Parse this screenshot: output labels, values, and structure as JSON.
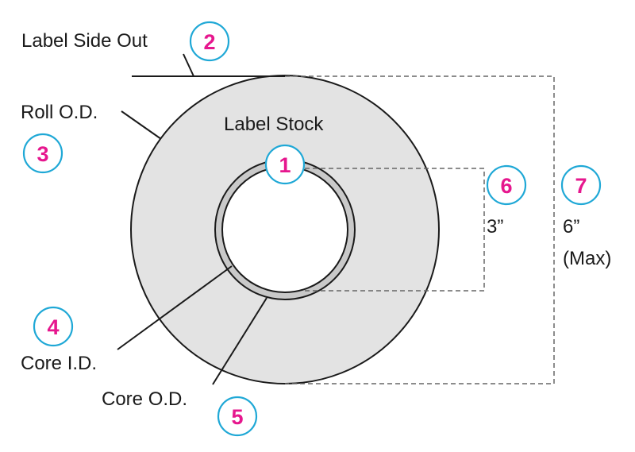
{
  "labels": {
    "label_side_out": "Label Side Out",
    "roll_od": "Roll O.D.",
    "label_stock": "Label Stock",
    "core_id": "Core I.D.",
    "core_od": "Core O.D.",
    "dim_core": "3”",
    "dim_roll": "6”",
    "dim_roll_note": "(Max)"
  },
  "badges": {
    "b1": "1",
    "b2": "2",
    "b3": "3",
    "b4": "4",
    "b5": "5",
    "b6": "6",
    "b7": "7"
  },
  "colors": {
    "badge_ring": "#1fa8d6",
    "badge_number": "#e6178e",
    "label_stock_fill": "#e3e3e3",
    "core_fill": "#c9c9c9",
    "outline": "#1a1a1a"
  }
}
